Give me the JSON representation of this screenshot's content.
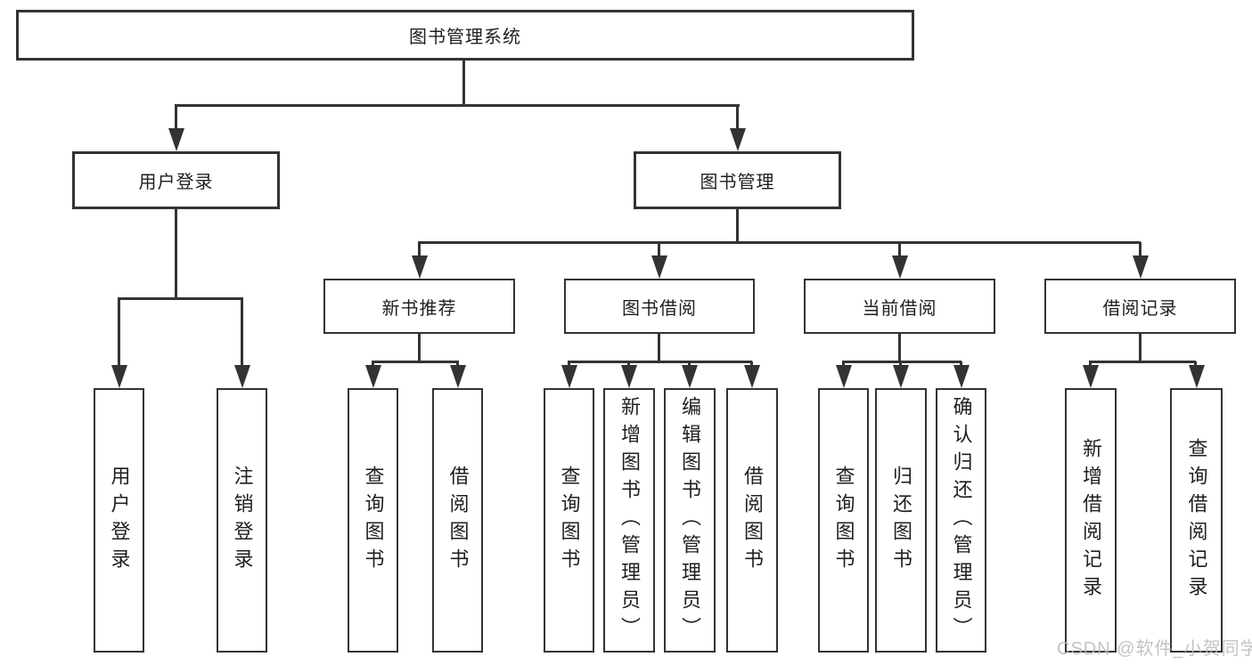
{
  "nodes": {
    "root": "图书管理系统",
    "level2": [
      "用户登录",
      "图书管理"
    ],
    "level3": [
      "新书推荐",
      "图书借阅",
      "当前借阅",
      "借阅记录"
    ],
    "leaves": [
      "用户登录",
      "注销登录",
      "查询图书",
      "借阅图书",
      "查询图书",
      "新增图书（管理员）",
      "编辑图书（管理员）",
      "借阅图书",
      "查询图书",
      "归还图书",
      "确认归还（管理员）",
      "新增借阅记录",
      "查询借阅记录"
    ]
  },
  "watermark": "CSDN @软件_小贺同学",
  "colors": {
    "line": "#333333",
    "text": "#1f1f1f",
    "background": "#ffffff",
    "watermark": "#b9b9b9"
  }
}
